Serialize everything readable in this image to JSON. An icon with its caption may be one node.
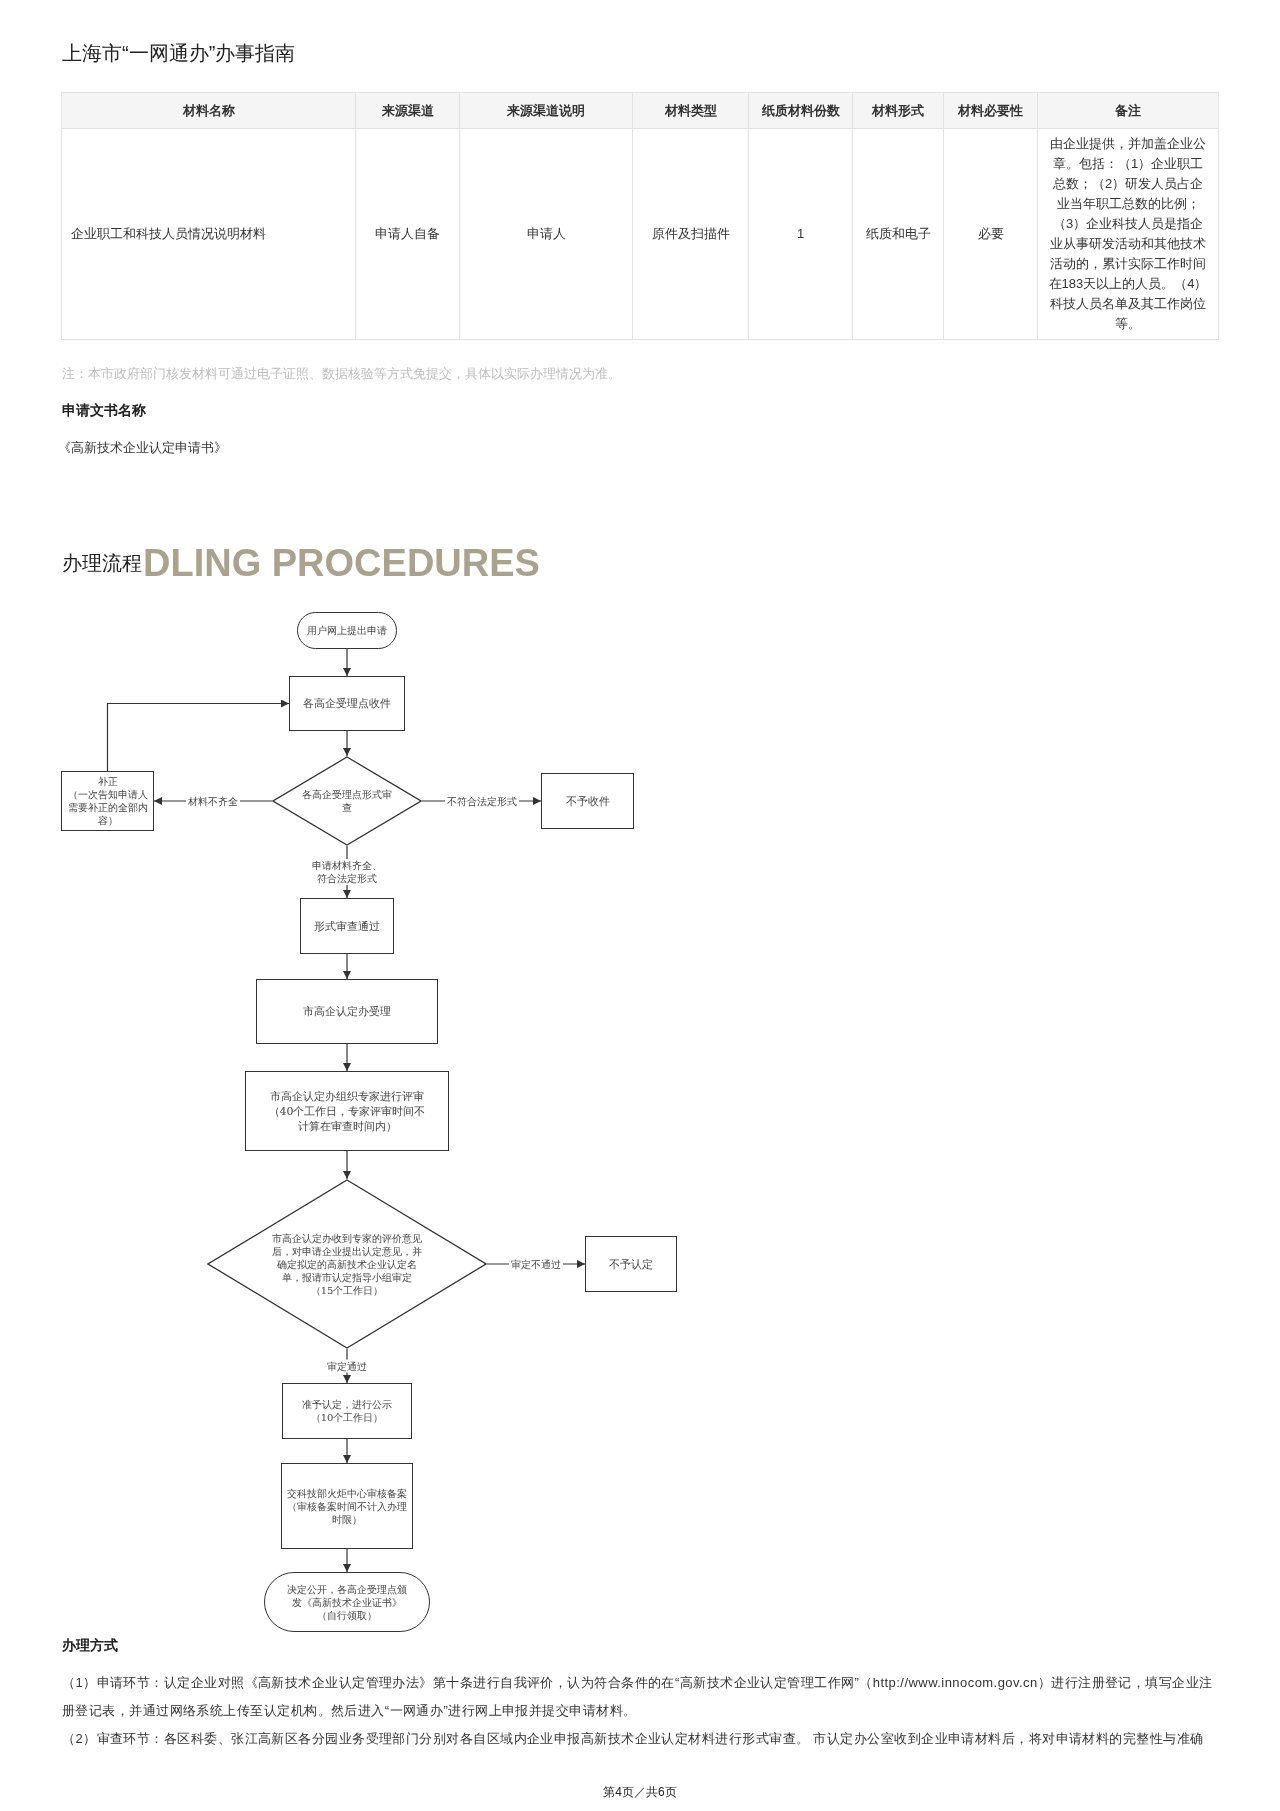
{
  "diagram": {
    "title": "上海市“一网通办”办事指南",
    "nodes": [
      {
        "text": [
          "用户网上提出申请"
        ]
      },
      {
        "text": [
          "各高企受理点收件"
        ]
      },
      {
        "text": [
          "补正",
          "（一次告知申请人需要补正的全部内容）"
        ]
      },
      {
        "text": [
          "各高企受理点形式审查"
        ]
      },
      {
        "text": [
          "不予收件"
        ]
      },
      {
        "text": [
          "形式审查通过"
        ]
      },
      {
        "text": [
          "市高企认定办受理"
        ]
      },
      {
        "text": [
          "市高企认定办组织专家进行评审（40个工作日，专家评审时间不计算在审查时间内）"
        ]
      },
      {
        "text": [
          "市高企认定办收到专家的评价意见后，对申请企业提出认定意见，并确定拟定的高新技术企业认定名单，报请市认定指导小组审定（15个工作日）"
        ]
      },
      {
        "text": [
          "不予认定"
        ]
      },
      {
        "text": [
          "准予认定，进行公示（10个工作日）"
        ]
      },
      {
        "text": [
          "交科技部火炬中心审核备案（审核备案时间不计入办理时限）"
        ]
      },
      {
        "text": [
          "决定公开，各高企受理点颁发《高新技术企业证书》（自行领取）"
        ]
      }
    ],
    "edges": [
      {
        "from": 0,
        "to": 1,
        "arrow": "to"
      },
      {
        "from": 1,
        "to": 3,
        "arrow": "to"
      },
      {
        "from": 3,
        "to": 2,
        "arrow": "to",
        "label": "材料不齐全"
      },
      {
        "from": 3,
        "to": 4,
        "arrow": "to",
        "label": "不符合法定形式"
      },
      {
        "from": 2,
        "to": 1,
        "arrow": "to"
      },
      {
        "from": 3,
        "to": 5,
        "arrow": "to",
        "label": "申请材料齐全、符合法定形式"
      },
      {
        "from": 5,
        "to": 6,
        "arrow": "to"
      },
      {
        "from": 6,
        "to": 7,
        "arrow": "to"
      },
      {
        "from": 7,
        "to": 8,
        "arrow": "to"
      },
      {
        "from": 8,
        "to": 9,
        "arrow": "to",
        "label": "审定不通过"
      },
      {
        "from": 8,
        "to": 10,
        "arrow": "to",
        "label": "审定通过"
      },
      {
        "from": 10,
        "to": 11,
        "arrow": "to"
      },
      {
        "from": 11,
        "to": 12,
        "arrow": "to"
      }
    ],
    "labels": [
      "材料名称",
      "来源渠道",
      "来源渠道说明",
      "材料类型",
      "纸质材料份数",
      "材料形式",
      "材料必要性",
      "备注",
      "企业职工和科技人员情况说明材料",
      "申请人自备",
      "申请人",
      "原件及扫描件",
      "1",
      "纸质和电子",
      "必要",
      "由企业提供，并加盖企业公章。包括：（1）企业职工总数；（2）研发人员占企业当年职工总数的比例；（3）企业科技人员是指企业从事研发活动和其他技术活动的，累计实际工作时间在183天以上的人员。（4）科技人员名单及其工作岗位等。",
      "注：本市政府部门核发材料可通过电子证照、数据核验等方式免提交，具体以实际办理情况为准。",
      "申请文书名称",
      "《高新技术企业认定申请书》",
      "办理流程",
      "DLING PROCEDURES",
      "办理方式",
      "（1）申请环节：认定企业对照《高新技术企业认定管理办法》第十条进行自我评价，认为符合条件的在“高新技术企业认定管理工作网”（http://www.innocom.gov.cn）进行注册登记，填写企业注册登记表，并通过网络系统上传至认定机构。然后进入“一网通办”进行网上申报并提交申请材料。",
      "（2）审查环节：各区科委、张江高新区各分园业务受理部门分别对各自区域内企业申报高新技术企业认定材料进行形式审查。 市认定办公室收到企业申请材料后，将对申请材料的完整性与准确",
      "第4页／共6页"
    ]
  }
}
